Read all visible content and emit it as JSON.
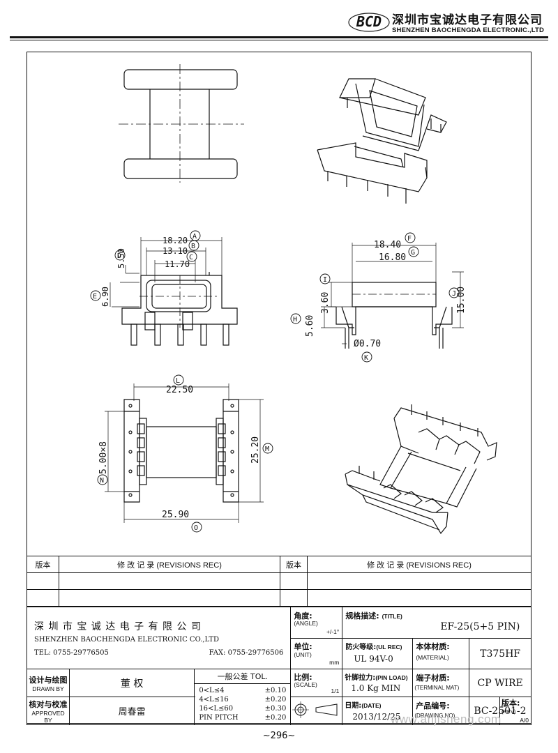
{
  "header": {
    "logo_text": "BCD",
    "company_cn": "深圳市宝诚达电子有限公司",
    "company_en": "SHENZHEN BAOCHENGDA ELECTRONIC.,LTD"
  },
  "dimensions": {
    "front": {
      "A_label": "A",
      "A": "18.20",
      "B_label": "B",
      "B": "13.10",
      "C_label": "C",
      "C": "11.70",
      "D_label": "D",
      "D": "5.50",
      "E_label": "E",
      "E": "6.90"
    },
    "side": {
      "F_label": "F",
      "F": "18.40",
      "G_label": "G",
      "G": "16.80",
      "I_label": "I",
      "I": "3.60",
      "H_label": "H",
      "H": "5.60",
      "J_label": "J",
      "J": "15.00",
      "K_label": "K",
      "K": "Ø0.70"
    },
    "bottom": {
      "L_label": "L",
      "L": "22.50",
      "M_label": "M",
      "M": "25.20",
      "N_label": "N",
      "N": "5.00×8",
      "O_label": "O",
      "O": "25.90"
    }
  },
  "revisions": {
    "col1": "版本",
    "col2": "修  改  记  录  (REVISIONS REC)",
    "col3": "版本",
    "col4": "修  改  记  录  (REVISIONS REC)"
  },
  "title_block": {
    "company_cn": "深 圳 市 宝 诚 达 电 子 有 限 公 司",
    "company_en": "SHENZHEN BAOCHENGDA ELECTRONIC CO.,LTD",
    "tel": "TEL: 0755-29776505",
    "fax": "FAX: 0755-29776506",
    "angle_cn": "角度:",
    "angle_en": "(ANGLE)",
    "angle_val": "+/-1°",
    "unit_cn": "单位:",
    "unit_en": "(UNIT)",
    "unit_val": "mm",
    "scale_cn": "比例:",
    "scale_en": "(SCALE)",
    "scale_val": "1/1",
    "title_cn": "规格描述:",
    "title_en": "(TITLE)",
    "title_val": "EF-25(5+5 PIN)",
    "ul_cn": "防火等级:",
    "ul_en": "(UL REC)",
    "ul_val": "UL 94V-0",
    "material_cn": "本体材质:",
    "material_en": "(MATERIAL)",
    "material_val": "T375HF",
    "pinload_cn": "针脚拉力:",
    "pinload_en": "(PIN LOAD)",
    "pinload_val": "1.0 Kg MIN",
    "terminal_cn": "端子材质:",
    "terminal_en": "(TERMINAL MAT)",
    "terminal_val": "CP WIRE",
    "date_cn": "日期:",
    "date_en": "(DATE)",
    "date_val": "2013/12/25",
    "drawing_no_cn": "产品编号:",
    "drawing_no_en": "(DRAWING NO)",
    "drawing_no_val": "BC-2501-2",
    "rev_cn": "版本:",
    "rev_en": "(REV)",
    "rev_val": "A/0",
    "drawn_cn": "设计与绘图",
    "drawn_en": "DRAWN BY",
    "drawn_val": "董  权",
    "approved_cn": "核对与校准",
    "approved_en": "APPROVED BY",
    "approved_val": "周春雷",
    "tol_title": "一般公差 TOL.",
    "tol_rows": [
      {
        "range": "0<L≤4",
        "tol": "±0.10"
      },
      {
        "range": "4<L≤16",
        "tol": "±0.20"
      },
      {
        "range": "16<L≤60",
        "tol": "±0.30"
      },
      {
        "range": "PIN PITCH",
        "tol": "±0.20"
      }
    ]
  },
  "footer": {
    "page": "~296~",
    "watermark": "www.ahjisheng.com"
  }
}
